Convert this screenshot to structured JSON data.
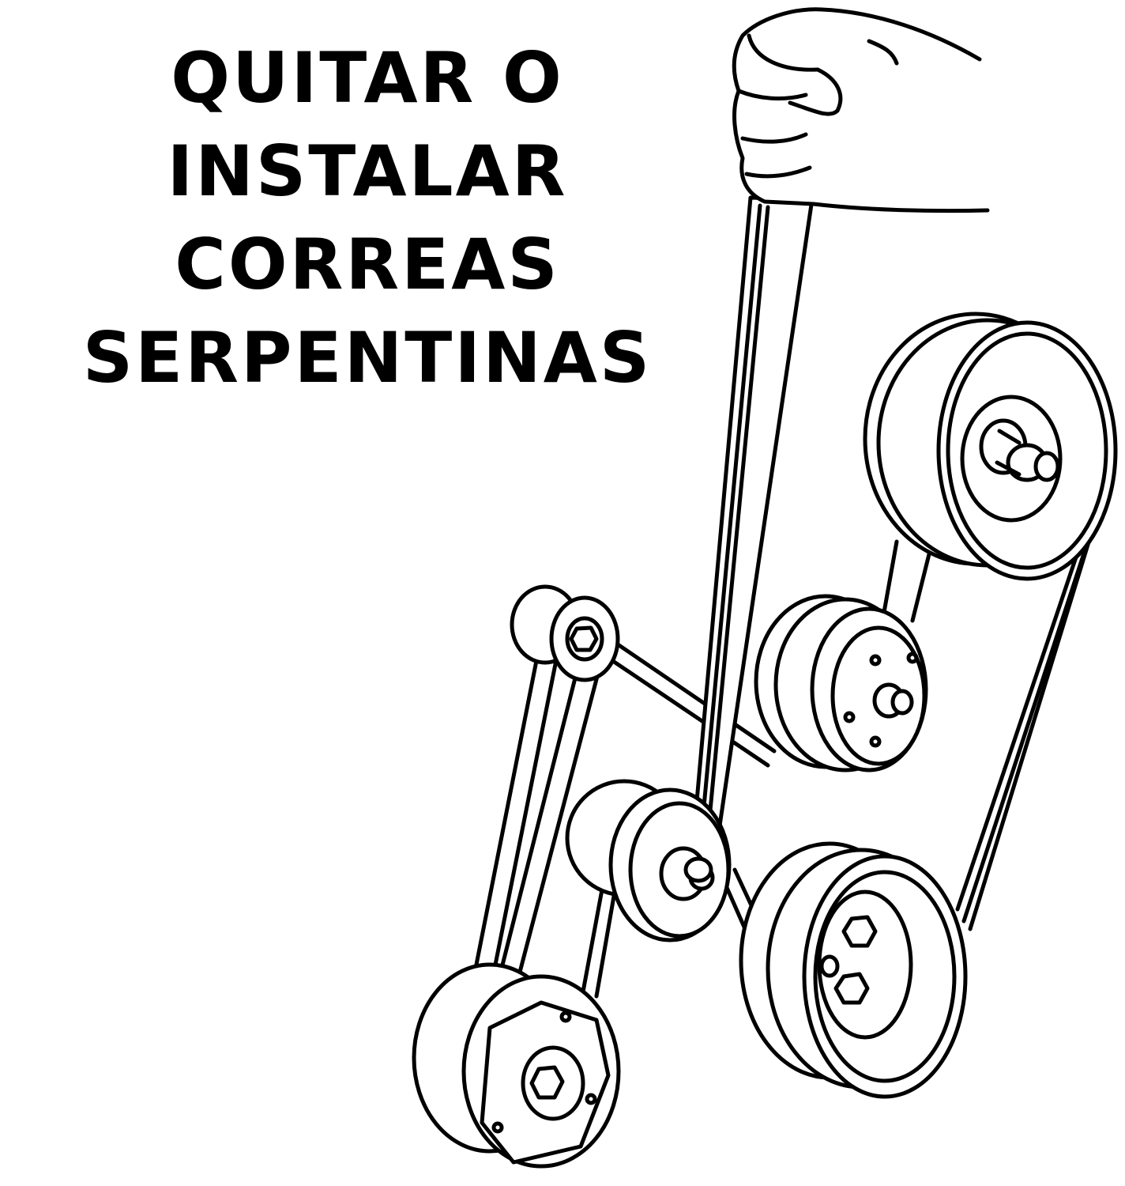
{
  "title": {
    "line1": "QUITAR O INSTALAR",
    "line2": "CORREAS",
    "line3": "SERPENTINAS"
  },
  "colors": {
    "ink": "#000000",
    "paper": "#ffffff"
  }
}
